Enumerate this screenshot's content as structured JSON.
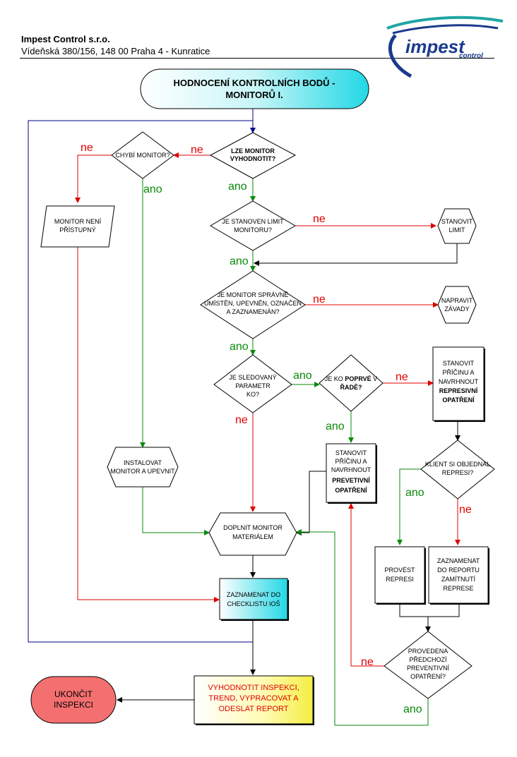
{
  "header": {
    "company": "Impest Control s.r.o.",
    "address": "Vídeňská 380/156, 148 00 Praha 4 - Kunratice",
    "logo_main": "impest",
    "logo_sub": "control"
  },
  "title": {
    "line1": "HODNOCENÍ KONTROLNÍCH BODŮ -",
    "line2": "MONITORŮ I."
  },
  "labels": {
    "yes": "ano",
    "no": "ne"
  },
  "nodes": {
    "lze_monitor": [
      "LZE MONITOR",
      "VYHODNOTIT?"
    ],
    "chybi_monitor": [
      "CHYBÍ MONITOR?"
    ],
    "monitor_neni": [
      "MONITOR NENÍ",
      "PŘÍSTUPNÝ"
    ],
    "limit": [
      "JE STANOVEN LIMIT",
      "MONITORU?"
    ],
    "stanovit_limit": [
      "STANOVIT",
      "LIMIT"
    ],
    "spravne": [
      "JE MONITOR SPRÁVNĚ",
      "UMÍSTĚN, UPEVNĚN, OZNAČEN",
      "A ZAZNAMENÁN?"
    ],
    "napravit": [
      "NAPRAVIT",
      "ZÁVADY"
    ],
    "sledovany": [
      "JE SLEDOVANÝ",
      "PARAMETR",
      "KO?"
    ],
    "poprve_a": "JE KO ",
    "poprve_b": "POPRVÉ",
    "poprve_c": " V",
    "poprve_d": "ŘADĚ?",
    "represivni": [
      "STANOVIT",
      "PŘÍČINU A",
      "NAVRHNOUT",
      "REPRESIVNÍ",
      "OPATŘENÍ"
    ],
    "preventivni": [
      "STANOVIT",
      "PŘÍČINU A",
      "NAVRHNOUT",
      "PREVETIVNÍ",
      "OPATŘENÍ"
    ],
    "instalovat": [
      "INSTALOVAT",
      "MONITOR A UPEVNIT"
    ],
    "doplnit": [
      "DOPLNIT MONITOR",
      "MATERIÁLEM"
    ],
    "klient": [
      "KLIENT SI OBJEDNAL",
      "REPRESI?"
    ],
    "provest": [
      "PROVÉST",
      "REPRESI"
    ],
    "zaznamenat_report": [
      "ZAZNAMENAT",
      "DO REPORTU",
      "ZAMÍTNUTÍ",
      "REPRESE"
    ],
    "checklist": [
      "ZAZNAMENAT DO",
      "CHECKLISTU IOŠ"
    ],
    "provedena": [
      "PROVEDENA",
      "PŘEDCHOZÍ",
      "PREVENTIVNÍ",
      "OPATŘENÍ?"
    ],
    "ukoncit": [
      "UKONČIT",
      "INSPEKCI"
    ],
    "vyhodnotit": [
      "VYHODNOTIT INSPEKCI,",
      "TREND, VYPRACOVAT A",
      "ODESLAT REPORT"
    ]
  },
  "colors": {
    "yes_line": "#0a8a0a",
    "no_line": "#e00000",
    "loop_line": "#00008b",
    "logo_blue": "#1a3a8c",
    "logo_teal": "#1fa5a5",
    "ukoncit_fill": "#f47070",
    "vyhodnotit_text": "#e00000"
  }
}
